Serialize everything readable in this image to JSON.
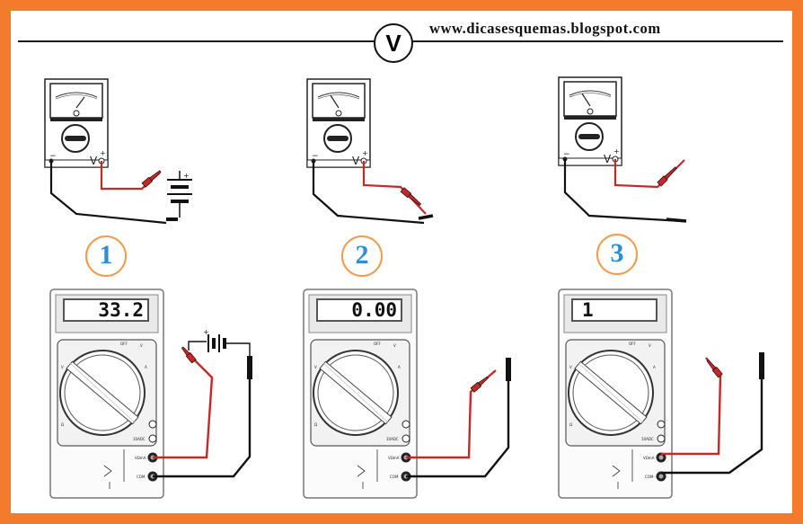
{
  "header": {
    "badge_symbol": "V",
    "website": "www.dicasesquemas.blogspot.com"
  },
  "steps": [
    {
      "number": "1",
      "display": "33.2"
    },
    {
      "number": "2",
      "display": "0.00"
    },
    {
      "number": "3",
      "display": "1"
    }
  ],
  "analog_meter": {
    "minus_label": "−",
    "v_label": "V",
    "plus_label": "+"
  },
  "digital_meter": {
    "com_label": "COM",
    "v_label": "V·Ω·mA",
    "range_label": "10ADC"
  },
  "colors": {
    "border": "#f47a2c",
    "number_ring": "#f39a4a",
    "number_text": "#2b8fd6",
    "red_lead": "#c62828",
    "black_lead": "#1a1a1a"
  }
}
